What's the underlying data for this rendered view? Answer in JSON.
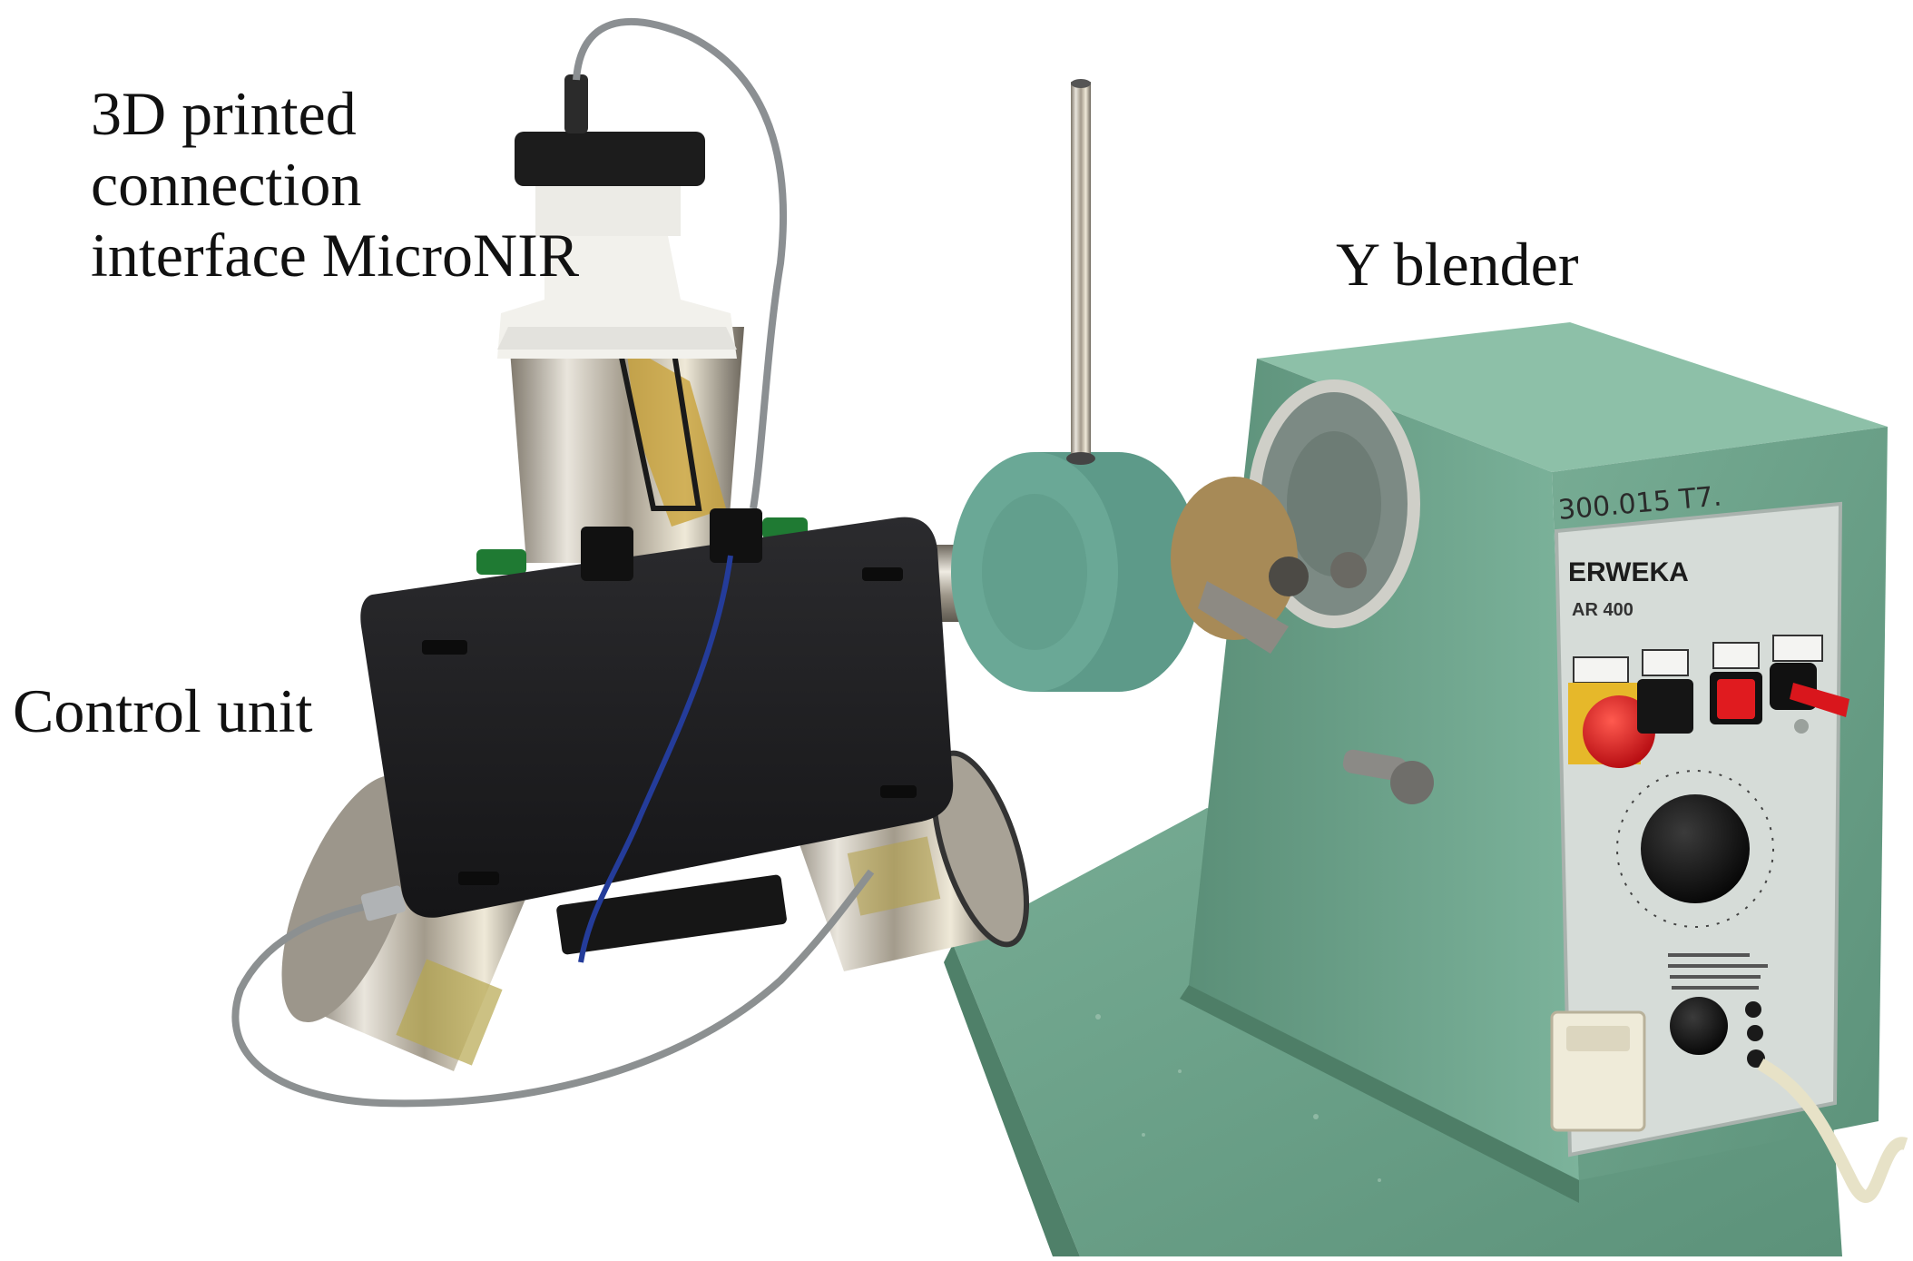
{
  "labels": {
    "interface_line1": "3D printed",
    "interface_line2": "connection",
    "interface_line3": "interface MicroNIR",
    "blender": "Y blender",
    "control_unit": "Control unit"
  },
  "panel": {
    "brand": "ERWEKA",
    "model": "AR 400",
    "handwritten_id": "300.015  T7."
  },
  "colors": {
    "machine_green": "#6fa48c",
    "panel_gray": "#d7dcd8",
    "tablet_black": "#1f1f21",
    "steel": "#b8b4ac",
    "stop_red": "#d8161c"
  }
}
